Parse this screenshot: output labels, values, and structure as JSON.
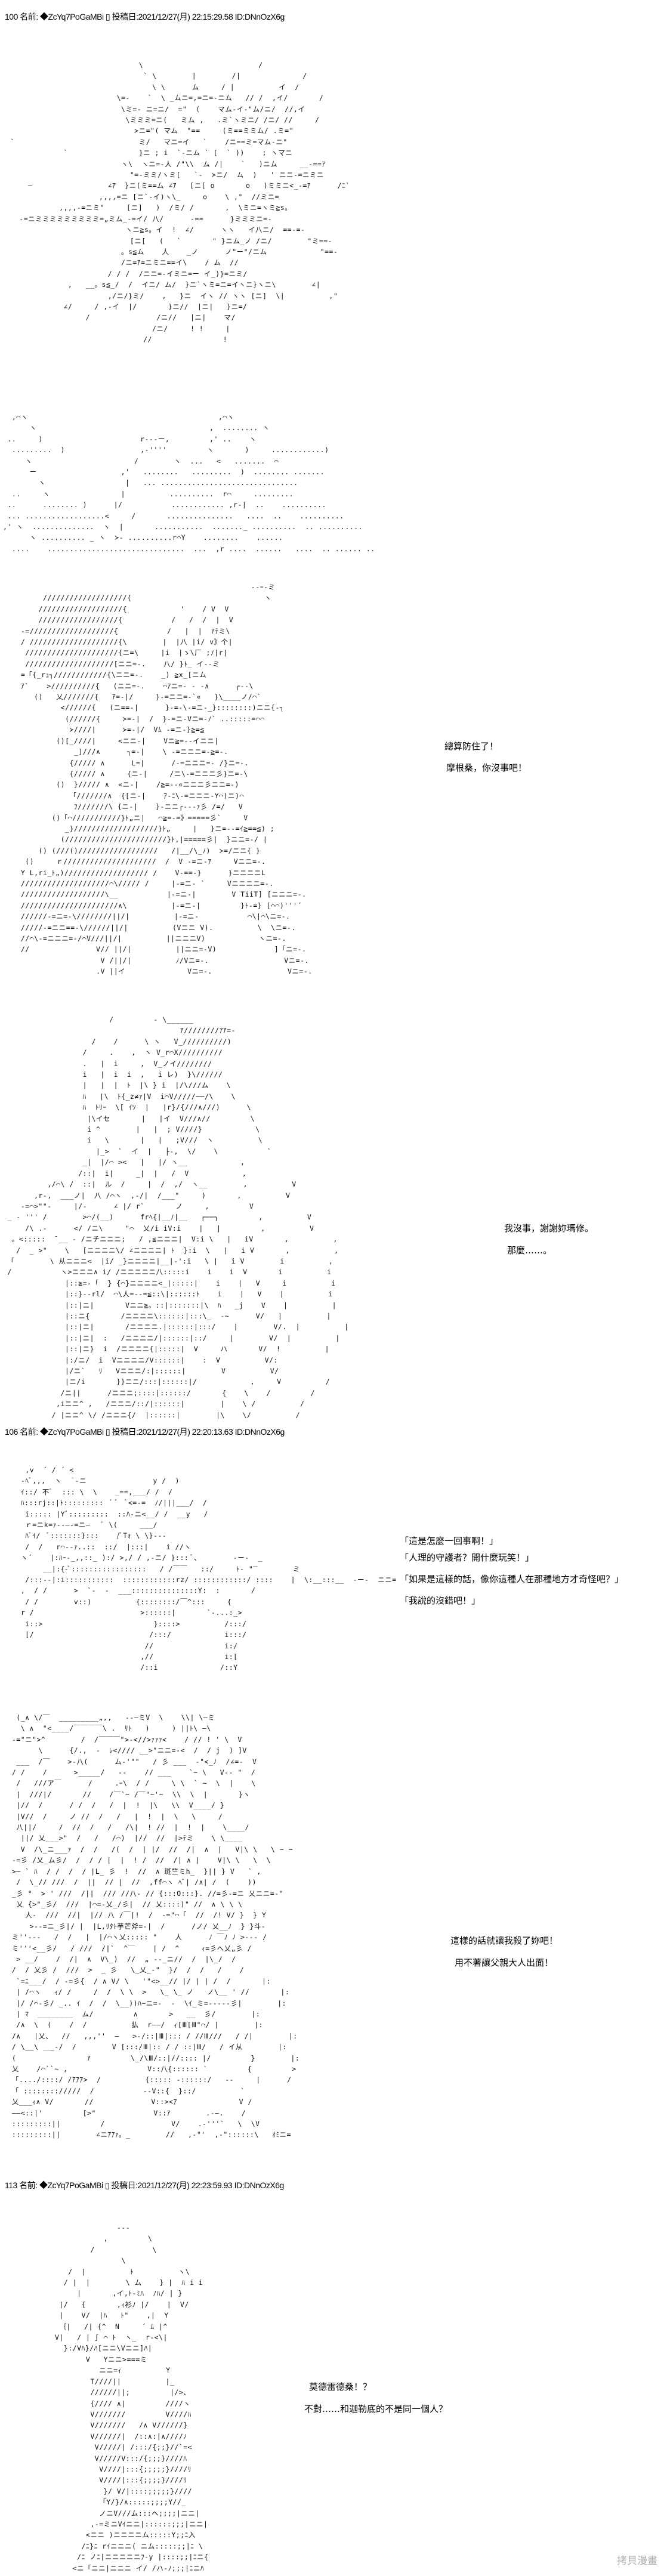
{
  "posts": [
    {
      "header": "100 名前: ◆ZcYq7PoGaMBi ▯ 投稿日:2021/12/27(月) 22:15:29.58 ID:DNnOzX6g",
      "dialogue": [
        [
          "總算防住了！",
          "摩根桑，你沒事吧！"
        ],
        [
          "我沒事，謝謝妳瑪修。",
          "那麼……。"
        ]
      ]
    },
    {
      "header": "106 名前: ◆ZcYq7PoGaMBi ▯ 投稿日:2021/12/27(月) 22:20:13.63 ID:DNnOzX6g",
      "dialogue": [
        [
          "「這是怎麼一回事啊！」",
          "「人理的守護者？開什麼玩笑！」",
          "「如果是這樣的話，像你這種人在那種地方才奇怪吧？」",
          "「我說的沒錯吧！」"
        ],
        [
          "這樣的話就讓我殺了妳吧！",
          "用不著讓父親大人出面！"
        ]
      ]
    },
    {
      "header": "113 名前: ◆ZcYq7PoGaMBi ▯ 投稿日:2021/12/27(月) 22:23:59.93 ID:DNnOzX6g",
      "dialogue": [
        [
          "莫德雷德桑！？",
          "不對……和迦勒底的不是同一個人？"
        ]
      ]
    }
  ],
  "watermark": "拷貝漫畫",
  "art": {
    "explosion": [
      "                              \\                          /",
      "                               ` \\        |        /|              /",
      "                                 \\ \\      ム     / |          イ  /",
      "                         \\=-    `  \\ _ムニ=,=ニ=-ニム   // /  ,イ/       /",
      "                          \\ミ=- ニ=ニ/  =\"  (    マム-イ-\"ム/ニ/  //,イ",
      "                           \\ミミミ=ニ(   ミム ,   .ミ`ヽミニ/ /ニ/ //     /",
      "                             ≻ニ=\"( マム  \"==     (ミ==ミミム/ .ミ=\"",
      " `                            ミ/   マニ=イ   `    /ニ==ミ=マム-ニ\"",
      "             `                }ニ ; i  `-ニム ` [  ` ))    ; ヽマニ",
      "                          ヽ\\  ヽニ=-人 /\"\\\\  ム /|    `   )ニム     __-==ｱ",
      "                            \"=-ミミ/ヽミ[   `-  ≻ニ/  ム  )   ' ニニ-=ニミニ",
      "     ―                 ∠ｱ  }ニ(ミ==ム ∠ｱ   [ニ[ o       o   )ミミニ<_-=ｱ      /ﾆ`",
      "                     ,,,,=ニ [ニ`-イ)ヽ\\_     o    \\ ,\"  //ミニ=",
      "            ,,,,-=ニミ\"     [ニ]   )  /ミ/ /       ,  \\ミニ=ヽミ≧s。",
      "   -=ニミミミミミミミミミ=„ミム_-=イ/ 八/      -==      }ミミミニ=-",
      "                           ヽニ≧s。イ  !  ∠/      ヽヽ   イ八ニ/  ==-=-",
      "                            [ニ[   (   `       \" }ニム_ノ /ニ/        \"ミ==-",
      "                          。s≦ム    人    _ノ      ノ\"ー\"/ニム            \"==-",
      "                          /ニ=ｱ=ニミニ==イ\\    / ム  //",
      "                       / / /  /ニニ=-イミニ=ー イ_)}=ニミ/",
      "              ,   __。s≦_/  /  イニ/ ム/  }ニ`ヽミ=ニ=イヽニ}ヽニ\\        ∠|",
      "                       ,/ニ/}ミ/    ,   }ニ  イヽ // ヽヽ [ニ]  \\|          ,\"",
      "             ∠/     / ,-イ  |/       }ニ//  |ニ|   }ニ=/",
      "                  /               /ニ//   |ニ|    マ/",
      "                                 /ニ/     ! !     |",
      "                               //                !"
    ],
    "clouds": [
      "  ,⌒ヽ                                           ,⌒ヽ",
      "      ヽ                                       ,  ........ ヽ",
      " ..     )                      r---ー,         ,' ..    ヽ",
      "  .........  )                 ,-''''         ヽ       )     ............)",
      "     ヽ                       /        ヽ  ...   <   .......  ⌒",
      "      ー                   ,'   ........   .........  )  ........ .......",
      "        ヽ                  |   ... ...............................",
      "  ..     ヽ                |          ..........  r⌒     .........",
      " ..      ........ )      |/           ............ ,r-|  ..    ..........",
      " ... ..................<     /       ...............   ....  ..    ..........",
      ",' ヽ  ..............  ヽ  |       ...........  ......._ ..........  .. ..........",
      "      ヽ .......... _ ヽ  ≻- ..........r⌒Y    ........    ......",
      "  ....    ...............................  ...  ,r ....  ......   ....  .. ...... .."
    ],
    "battle": [
      "                                                      -‐ｰ-ミ",
      "       ///////////////////{                              ヽ",
      "      ///////////////////{            '    / V  V",
      "      //////////////////{           /   /  /  |  V",
      "  -=///////////////////{           /   |  |  ｱﾃミ\\",
      "  / ////////////////////{\\        |  |八 |i/ v》个|",
      "   /////////////////////{ニ=\\     |i  |ゝ\\厂 ;ﾉ|r|",
      "   ////////////////////[ニニ=-.    八/ }ﾄ_ イ--ミ",
      "  =「{_rｭ┐////////////{\\ニニ=-.    _) ≧x_[ニム",
      "  ｱ`    >//////////{   (ニニ=-.    ⌒ｱニ=- - -∧      ┌‐‐\\",
      "     ()   乂///////{   ｱ=-|/     }-=ニニ=-`«   }\\____ノ/⌒`",
      "           <//////{   (ニ==-|      }-=-\\-=ニ-_}::::::::)ニニ{‐┐",
      "            (//////{     ≻=-|  /  }-=ニ-Vニ=-ﾉ` ..:::::=⌒⌒",
      "             ≻////|      ≻=-|/  Vﾑ -=ニ-}≧=≦",
      "          ()[_////|     <ニニ-|    Vニ≧=--イニニ|",
      "              _]///∧      ┐=-|    \\ -=ニニニ=-≧=-.",
      "             {///// ∧      L=|      /-=ニニニ=- /}ニ=-.",
      "             {///// ∧     {ニ-|     /ニ\\-=ニニニ彡}ニ=-\\",
      "          ()  }///// ∧  «ニ-|    /≧=--«ニニニ彡ニニ=-)",
      "             「///////∧  {[ニ-|    ｱ-ﾆ\\-=ニニニ-Y⌒)ニ)⌒",
      "              ﾌ///////\\ {ニ-|    }-ニニ┌---ｧ彡 /=/   V",
      "         ()「⌒///////////}ﾄ„ニ|   ⌒≧=-=》=====彡`     V",
      "            _}///////////////////}ﾄ„     |   }ニ=--=ｲ≧==≦) ;",
      "           (///////////////////////}ﾄ,|=====彡|  }ニニ=-/ |",
      "      () (///()//////////////////   /|__/\\_ﾉ)  ≻=/ニニ{ }",
      "   ()     ｒ/////////////////////  /  V -=ニ-ｱ     Vニニ=-.",
      "  Y L,ri_ﾄ„)/////////////////// /    V-==-}      }ニニニニL",
      "  ////////////////////⌒\\///// /     |-=ニ- `     Vニニニニ=-.",
      "  ///////////////////\\__           |-=ニ-|        V TiiT] [ニニニ=-.",
      "  //////////////////////∧\\          |-=ニ-|         }ﾄ-=} [⌒⌒)'''´",
      "  //////-=ニ=-\\////////||/|          |-=ニ-           ⌒\\|⌒\\ニ=-.",
      "  /////-=ニニ==-\\//////||/|          (Vニニ V).          \\  \\ニ=-.",
      "  //⌒\\-=ニニニ=-/⌒V///||/|          ||ニニニV)            ヽニ=-.",
      "  //               V// ||/|          ||ニニ=-V)             ]「ニ=-.",
      "                    V /||/|          ﾉ/Vニ=-.                 Vニ=-.",
      "                   .V ||イ              Vニ=-.                 Vニ=-."
    ],
    "mash": [
      "                        /         - \\______",
      "                                        ｱ////////ｱｱ=-",
      "                    /    /      \\ ヽ   V_//////////)",
      "                  /     .    ,  ヽ V_r⌒X//////////",
      "                  .   |  i     ,  V_ノイ////////",
      "                  i   |  i  i  ,   i レ)  }\\//////",
      "                  |   |  |  ﾄ  |\\ } i  |/\\///ム    \\",
      "                  ﾊ   |\\  ﾄ{_z≠ｧ|V  i⌒V/////──/\\    \\",
      "                  ﾊ  ﾄﾘｰ  \\[ ｲﾂ  |   |r}/{///∧///)      \\",
      "                   |\\イセ       |   |イ  V///∧//         \\",
      "                   i ^        |   |  ; V////}            \\",
      "                   i   \\       |   |   ;V///  ヽ          \\",
      "                     |_>  `  イ  |   ├-,  \\/    \\           `",
      "                  _|  |/⌒ ><   |   |/ ヽ__            ,",
      "                 /::|  i|     _|  |   /  V            ,",
      "          ,/⌒\\ /  ::|  ル  /     |  /  ,/  ヽ__        ,          V",
      "       ,r-,  ___ノ|  八 /⌒ヽ  ,-/|  /___\"     )       ,          V",
      "    -=⌒>\"\"-     |/-      ∠ |/ r`       ノ     ,         V",
      " _ - ''' /        >⌒/(__)      frﾍ{|__ﾉ|__   ┌──┐         ,          V",
      "     /\\ .‐      </ /ニ\\     \"⌒  乂/i iV:i    |   |         ,          V",
      "  。<:::::  ̄ __ - /ニチニニニ;   / ,≦ニニニ|  V:i \\   |   iV       ,          ,",
      "   /  _ >\"    \\   [ニニニニ\\/ ∠ニニニニ| ﾄ  }:i  \\   |   i V       ,          ,",
      " 「        \\ 从ニニニ<  |i/ _}ニニニニ|__|-':i   \\ |   i V        i          ,",
      " /           ヽ>ニニニ∧ i/ /ニニニニニ八:::::i    i    i  V       i          i",
      "              |::≧=-「  } {⌒}ニニニニ<_|:::::|    i    |   V     i          i",
      "              |::}--rl/  ⌒\\人=--=≦::\\|::::::ﾄ    i    |   V    |          i",
      "              |::|ニ|       Vニニ≧。::|:::::::|\\  ﾊ   _j    V    |          |",
      "              |::ニ{       /ニニニニ\\::::::|:::\\_  ‐~      V/   |          |",
      "              |::|ニ|       /ニニニニ.|::::::|:::/    |        V/.  |          |",
      "              |::|ニ|  :   /ニニニニ/|::::::|::/     |        V/  |          |",
      "              |::|ニ}  i  /ニニニニ{|:::::|  V     ハ       V/  !          |",
      "              |:/ニ/  i  Vニニニニ/V::::::|    :  V          V/:",
      "              |/ニ`   ﾘ   Vニニニ/:|::::::|        V          V/",
      "              |ニ/i       }}ニニ/:::|::::::|/            ,     V          /",
      "             /ニ||      /ニニニ;::::|::::::/       {    \\    /         /",
      "            ,iニニ^ ,   /ニニニ/::/|::::::|        |    \\ /          /",
      "           / |ニニ^ \\/ /ニニニ{/  |::::::|        |\\    \\/          /"
    ],
    "run": [
      "   ,v  ´ / ´ <",
      "  ‐ﾍﾞ,,,  ヽ  ¯‐ニ               y /  )",
      "  ｲ::/ ̄不ﾞ  ::: \\  \\    _==,___/ /  /",
      "  ﾊ:::rj::|ﾄ:::::::::  ﾞ ﾞ  ﾞ<=-=  ﾉ/|||___/  /",
      "   i::::: |Yﾞ:::::::::  ::ﾊ-ニ<__/ /  __y   /",
      "   ｒ=ニk=ｧ--―-=ニ―   ﾞ \\(     ___/",
      "   ﾊﾞｲ/  ﾞ:::::::}:::    /ﾞTｫ \\ \\}‐--",
      "   /  /   r⌒‐-ｧ..::  ::/  |:::|    i //ヽ",
      "  ヽ´    |:ﾊｰ-_,,::_ ):/ >,/ / ,-ニ/ }::: ﾞ､        -ー-  _",
      "       __|:{-ﾞ:::::::::::::::::   / /￣￣   ::/     ﾄ- \"‾        ミ",
      "   /:::‐‐|:i:::::::::::  ::::::::::::rz/ ::::::::::::/ ::::    |  \\:__:::__  -ー-  ニニ=",
      "  ,  / /      >  `-  ‐  ___:::::::::::::::Y:  :       /",
      "   / /        v::)          {::::::::/￣^:::     {",
      "  r /                        >::::::|       `-...:_>",
      "   i::>                         }::::>          /:::/",
      "   [/                          /:::/            i:::/",
      "                              //                i:/",
      "                             ,//                i:[",
      "                             /::i              /::Y"
    ],
    "tentacles": [
      "   (_∧ \\/￣  _________„,,   -‐―ミV  \\    \\\\| \\―ミ",
      "    \\ ∧  \"<____/￣￣￣￣\\ .  ﾘﾄ   )     ) ||ﾄ\\ ―\\",
      "  -=\"ニ\">^        /  /￣￣￣\">-<//>ｧｧｧ<    / // ! ' \\  V",
      "        \\      {/.,  -  ﾚ<//// __>\"ニニ=-<  /  / j  ) ]V",
      "   ___  /￣    >-八(      ム-'\"\"   / 彡 ___  ‐\"<_ﾉ  /∠=-  V",
      "  / /    /      >_____/   --    // ___    `~ \\   V-‐ \"  /",
      "   /   ///ア￣      /     .ｰ\\  / /     \\ \\  ` ~  \\  |    \\",
      "   |  ///|/       //    /￣`~ /￣\"~'~  \\\\  \\  |       }ヽ",
      "   |//  /      / /  /   /  |  !  |\\   \\\\  V____/ }",
      "   |V//  /     ノ //  /   /   |  !  |  \\   \\     /",
      "   八||/     /  //  /   /   /\\|  ! //  |  !  |    \\____/",
      "    ||/ 乂___>\"  /   /   /⌒)  |//  //  |>ﾃミ    \\ \\____",
      "    V  /\\_ニ___ｧ  /  /   /(  /  | |/  //  /|  ∧  |   V|\\ \\   \\ ~ ~",
      "  -=彡 /乂_ム彡/  /  / / |  |  ! /  //  /| ∧ |    V|\\ \\   \\  \\",
      "  >― ` ﾊ  / /  /  / |L_ 彡  !  //  ∧ 斑竺ミh_  }|| } V   ` ,",
      "   /  \\_// ///  /  ||  // |  //  ,ff⌒ヽ ﾍﾞ| /∧| /  (    ))",
      "  _彡 °  > ' ///  /||  /// //八- // {:::O:::}. //=彡-=ニ 乂ニニ=-\"",
      "   乂 {>\"_彡/  ///  |⌒=-乂_/彡|  // 乂::::)\" //  ∧ \\ \\ \\",
      "     人‐  ///  //|  |// 八 /￣|!  /  -=\"⌒「  //  /! V/ }  } Y",
      "      >--=ニ_彡|/ |  |L,ﾘﾀﾄ芋芒斧=-|  /      /ノ/ 乂__ﾉ  } }斗-",
      "  ミ''---   /  /   |  |/⌒ヽ乂::::: \"    人      ﾉ ￣ﾉ ﾉ >--- /",
      "  ミ'''<__彡/   / ///  /|`  ^￣    | /  ^     ｨ=彡へ乂„彡 /",
      "   > __/    /  /|  ∧  V\\_)  //  „ --_ニ//  /  |\\_/  /",
      "  /  / 乂彡 /  ///  >  _ 彡   \\_乂_-\"  }/  /  /   /    /",
      "   `=ﾆ___/  / -=彡{  / ∧ V/ \\   '\"<>__// |/ | | /  /       |:",
      "   | /⌒ヽ   ｨ/ /     /  /  \\ \\  >   \\_ \\_ ノ   ノ\\__ ' //       |:",
      "   |/ /⌒‐彡/ _.. ｲ  /  /  \\__))ﾊ~ニ=-  -  \\ｲ_ミ=-----彡|        |:",
      "   | ﾏ  ________  ム/         ∧       >   __  彡/        |:",
      "   /∧  \\  (    /  /          払  r――/  ｨ[Ⅲ[Ⅲ\"⌒/ |        |:",
      "  /∧   |乂、  //   ,,,''  ―   >-/::|Ⅲ|::: / //Ⅲ///   / /|        |:",
      "  / \\__\\ ＿_-/  /        V [:::/Ⅲ|:: / / ::|Ⅲ/   / イ从        |:",
      "  (                ｱ         \\_/\\Ⅲ/::|//:::: |/         }        |:",
      "  乂    /⌒``~ ,                  V::八{:::::: `         {         >",
      "  「..../::::/ /ｱｱｱ>  /          {::::: -::::::/   -‐     |      /",
      "  「 :::::::://///  /           --V::{  }::/          `",
      "  乂___ｨ∧ V/       //             V::><ｱ              V /",
      "  ――<::|'         [>\"             V::ｱ        .‐―.    /",
      "  :::::::::||         /               V/    .-'''`   \\  \\V",
      "  :::::::::||        ∠ニｱｱｧ。_        //   ,-\"'  ,-\"::::::\\   ｵﾐニ="
    ],
    "mordred": [
      "                     ---",
      "                  ,         \\",
      "               /             \\",
      "                      \\",
      "          /  |          ﾄ          ヽ\\",
      "         / |  |        \\ ム    } |  ﾊ i i",
      "            |       ,イ,ﾄ-ﾐﾊ  ﾉﾊ/ | }",
      "        |/   {       ,ｨ衫ﾉ |/    |  V/",
      "        |    V/  |ﾊ   ﾄ\"    ,|  Y",
      "        ｛|   /| {^  N     ´ ﾑ |^",
      "       V|   / | ∫ ⌒ ﾄ  ヽ_  r-<\\|",
      "         }:/Vﾊ}/ﾊ[ニニ\\Vニニ]ﾊ|",
      "              V   Yニニ>===ミ",
      "                 ニニ=ｨ          Y",
      "               T////||          |_",
      "               //////||;         |/>、",
      "               {//// ∧|         ////ヽ",
      "               V///////         V////ﾊ",
      "               V///////   /∧ V//////}",
      "               V//////|  /::∧:|∧////ﾉ",
      "                V/////| /:::/{;;}//`=<",
      "                V/////V:::/{;;;}////ﾊ",
      "                 V////|:::{;;;;;}////ﾘ",
      "                 V////|:::{;;;;}////ﾘ",
      "                  }/ V/|::::;;;;;}////",
      "                 「Y/}/∧:::::;;;;Y//_",
      "                 ノニV///ム:::ヘ;;;;|ニニ|",
      "               ,-=ミニVｲニニ|::::::;;;|ニニ|",
      "              <ニニ )ニニニニム:::::Y;;ﾆ入",
      "             /ﾆ}ﾆ rｲニニニ( ニム:::::;;|ﾆ \\",
      "            /ﾆ ノﾆ|ニニニニニﾌ-y |::::;;|ﾆニ{",
      "           <ニ「ニニ|ニニニ イ/ /ハ-ﾉ;;;|ﾆニﾊ"
    ]
  }
}
